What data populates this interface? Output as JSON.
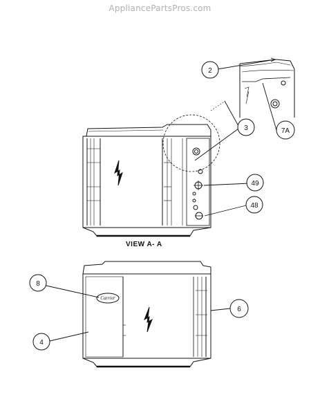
{
  "watermark": "AppliancePartsPros.com",
  "view_label": "VIEW A- A",
  "brand_logo": "Carrier",
  "callouts": [
    "2",
    "3",
    "7A",
    "49",
    "48",
    "8",
    "6",
    "4"
  ],
  "colors": {
    "line": "#111111",
    "background": "#ffffff",
    "watermark": "#b0b0b0"
  }
}
